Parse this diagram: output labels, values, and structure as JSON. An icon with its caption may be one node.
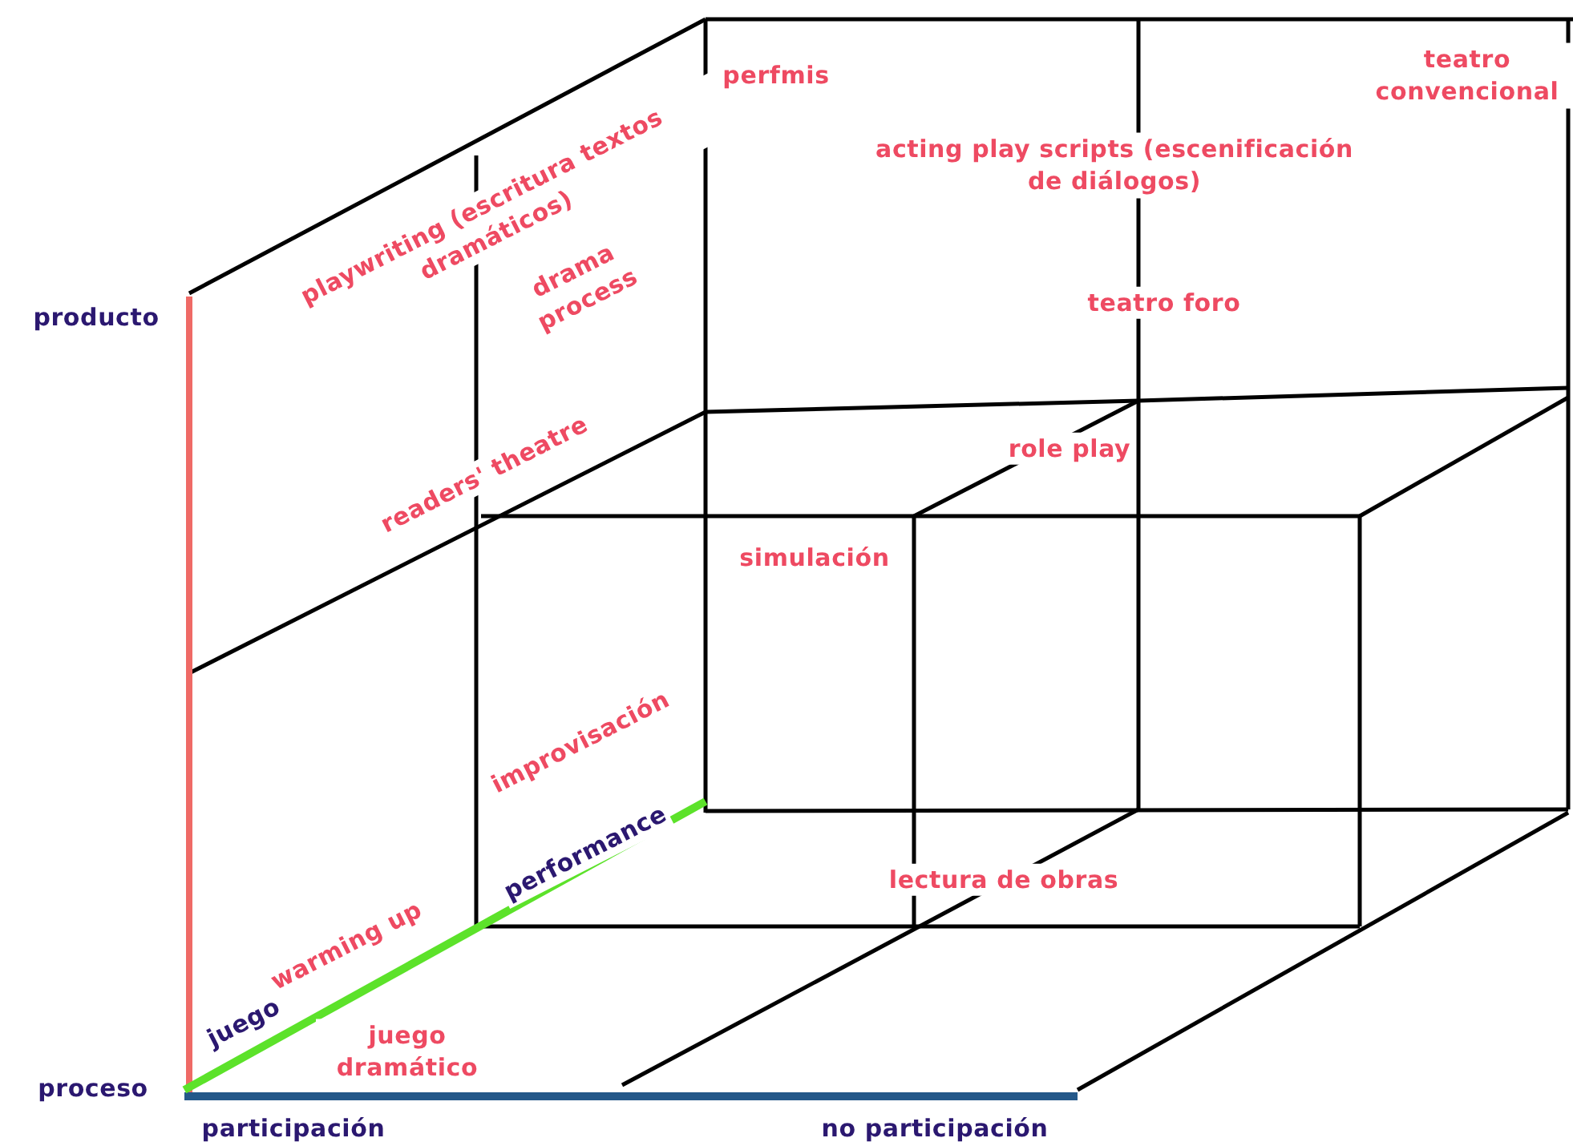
{
  "diagram": {
    "labels": [
      "teatro convencional",
      "perfmis",
      "acting play scripts (escenificación de diálogos)",
      "playwriting (escritura textos dramáticos)",
      "producto",
      "drama process",
      "teatro foro",
      "readers' theatre",
      "role play",
      "simulación",
      "improvisación",
      "performance",
      "lectura de obras",
      "warming up",
      "juego",
      "juego dramático",
      "proceso",
      "participación",
      "no participación"
    ]
  }
}
